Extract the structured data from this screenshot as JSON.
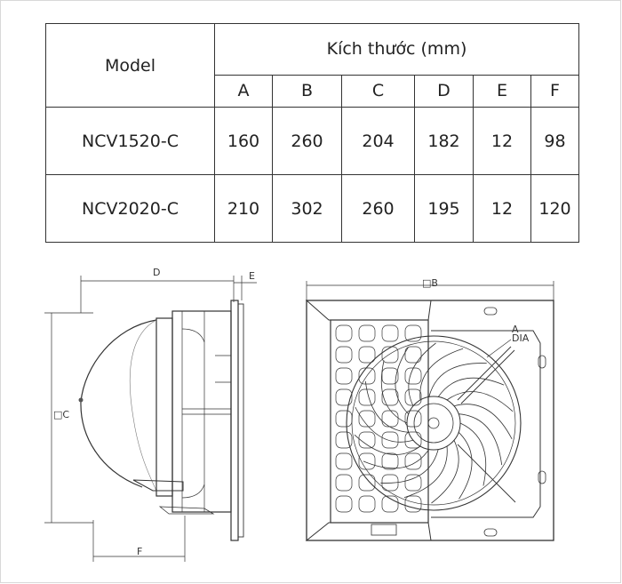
{
  "table": {
    "model_header": "Model",
    "size_header": "Kích thước (mm)",
    "columns": [
      "A",
      "B",
      "C",
      "D",
      "E",
      "F"
    ],
    "rows": [
      {
        "model": "NCV1520-C",
        "values": [
          "160",
          "260",
          "204",
          "182",
          "12",
          "98"
        ]
      },
      {
        "model": "NCV2020-C",
        "values": [
          "210",
          "302",
          "260",
          "195",
          "12",
          "120"
        ]
      }
    ]
  },
  "drawing": {
    "side_view": {
      "label_d": "D",
      "label_e": "E",
      "label_c": "□C",
      "label_f": "F"
    },
    "front_view": {
      "label_b": "□B",
      "label_a": "A",
      "label_dia": "DIA"
    }
  }
}
